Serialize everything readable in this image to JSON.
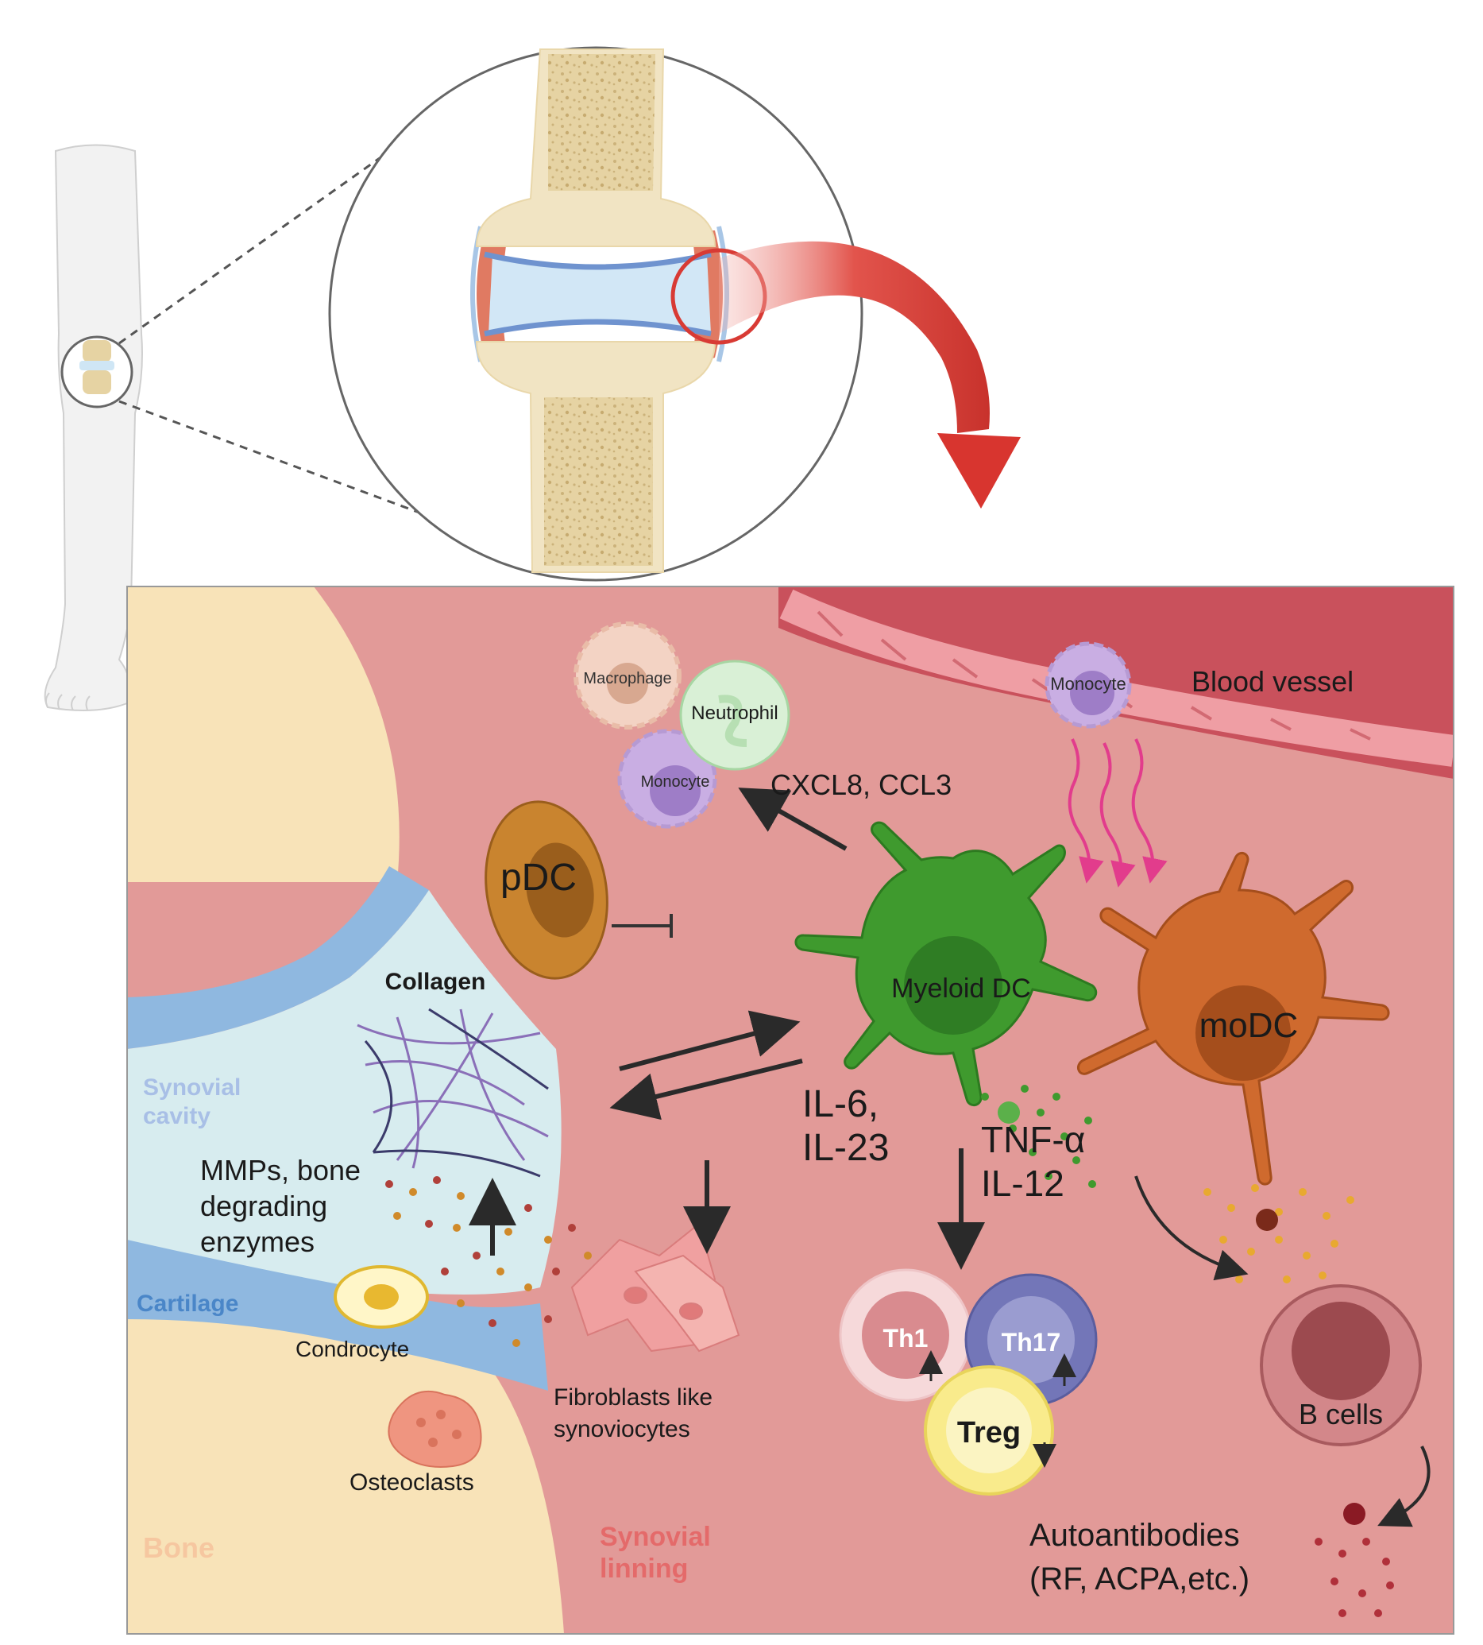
{
  "labels": {
    "blood_vessel": "Blood vessel",
    "macrophage": "Macrophage",
    "neutrophil": "Neutrophil",
    "monocyte_top": "Monocyte",
    "monocyte_cluster": "Monocyte",
    "cxcl": "CXCL8, CCL3",
    "pdc": "pDC",
    "collagen": "Collagen",
    "myeloid_dc": "Myeloid DC",
    "modc": "moDC",
    "synovial_cavity_line1": "Synovial",
    "synovial_cavity_line2": "cavity",
    "il6": "IL-6,",
    "il23": "IL-23",
    "tnf": "TNF-α",
    "il12": "IL-12",
    "mmps_line1": "MMPs, bone",
    "mmps_line2": "degrading",
    "mmps_line3": "enzymes",
    "cartilage": "Cartilage",
    "condrocyte": "Condrocyte",
    "osteoclasts": "Osteoclasts",
    "fibroblasts_line1": "Fibroblasts like",
    "fibroblasts_line2": "synoviocytes",
    "th1": "Th1",
    "th17": "Th17",
    "treg": "Treg",
    "b_cells": "B cells",
    "autoantibodies_line1": "Autoantibodies",
    "autoantibodies_line2": "(RF, ACPA,etc.)",
    "bone": "Bone",
    "synovial_lining_line1": "Synovial",
    "synovial_lining_line2": "linning"
  },
  "colors": {
    "synovium": "#e29a98",
    "bone": "#f8e3b8",
    "cartilage": "#8fb8e0",
    "cavity": "#d7ecef",
    "myeloid_dc": "#3f9a2e",
    "modc": "#cf6a2e",
    "pdc": "#b8742a",
    "zoom_arrow": "#d83a34",
    "vessel": "#c9515c"
  }
}
